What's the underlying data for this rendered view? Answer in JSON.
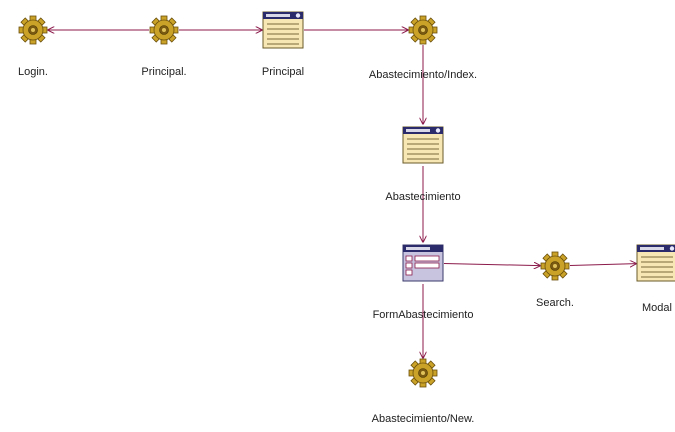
{
  "diagram": {
    "nodes": [
      {
        "id": "login",
        "kind": "server-page",
        "label": "Login."
      },
      {
        "id": "principal_srv",
        "kind": "server-page",
        "label": "Principal."
      },
      {
        "id": "principal_page",
        "kind": "client-page",
        "label": "Principal"
      },
      {
        "id": "abast_index",
        "kind": "server-page",
        "label": "Abastecimiento/Index."
      },
      {
        "id": "abast_page",
        "kind": "client-page",
        "label": "Abastecimiento"
      },
      {
        "id": "form_abast",
        "kind": "form",
        "label": "FormAbastecimiento"
      },
      {
        "id": "search",
        "kind": "server-page",
        "label": "Search."
      },
      {
        "id": "modal",
        "kind": "client-page",
        "label": "Modal"
      },
      {
        "id": "abast_new",
        "kind": "server-page",
        "label": "Abastecimiento/New."
      }
    ],
    "edges": [
      {
        "from": "principal_srv",
        "to": "login"
      },
      {
        "from": "principal_srv",
        "to": "principal_page"
      },
      {
        "from": "principal_page",
        "to": "abast_index"
      },
      {
        "from": "abast_index",
        "to": "abast_page"
      },
      {
        "from": "abast_page",
        "to": "form_abast"
      },
      {
        "from": "form_abast",
        "to": "search"
      },
      {
        "from": "search",
        "to": "modal"
      },
      {
        "from": "form_abast",
        "to": "abast_new"
      }
    ],
    "colors": {
      "edge": "#8b1a4a",
      "gear": "#c9a227",
      "gear_dark": "#6b4f0c",
      "page_header": "#2b2b6b",
      "page_body": "#f7e7b5"
    }
  }
}
